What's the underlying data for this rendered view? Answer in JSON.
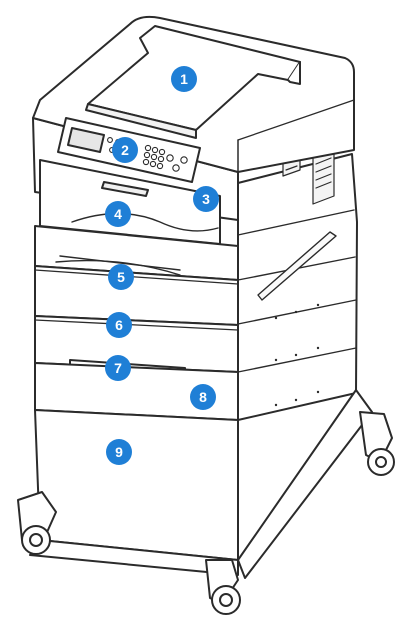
{
  "diagram": {
    "callout_color": "#1f7fd6",
    "callouts": [
      {
        "label": "1"
      },
      {
        "label": "2"
      },
      {
        "label": "3"
      },
      {
        "label": "4"
      },
      {
        "label": "5"
      },
      {
        "label": "6"
      },
      {
        "label": "7"
      },
      {
        "label": "8"
      },
      {
        "label": "9"
      }
    ]
  }
}
